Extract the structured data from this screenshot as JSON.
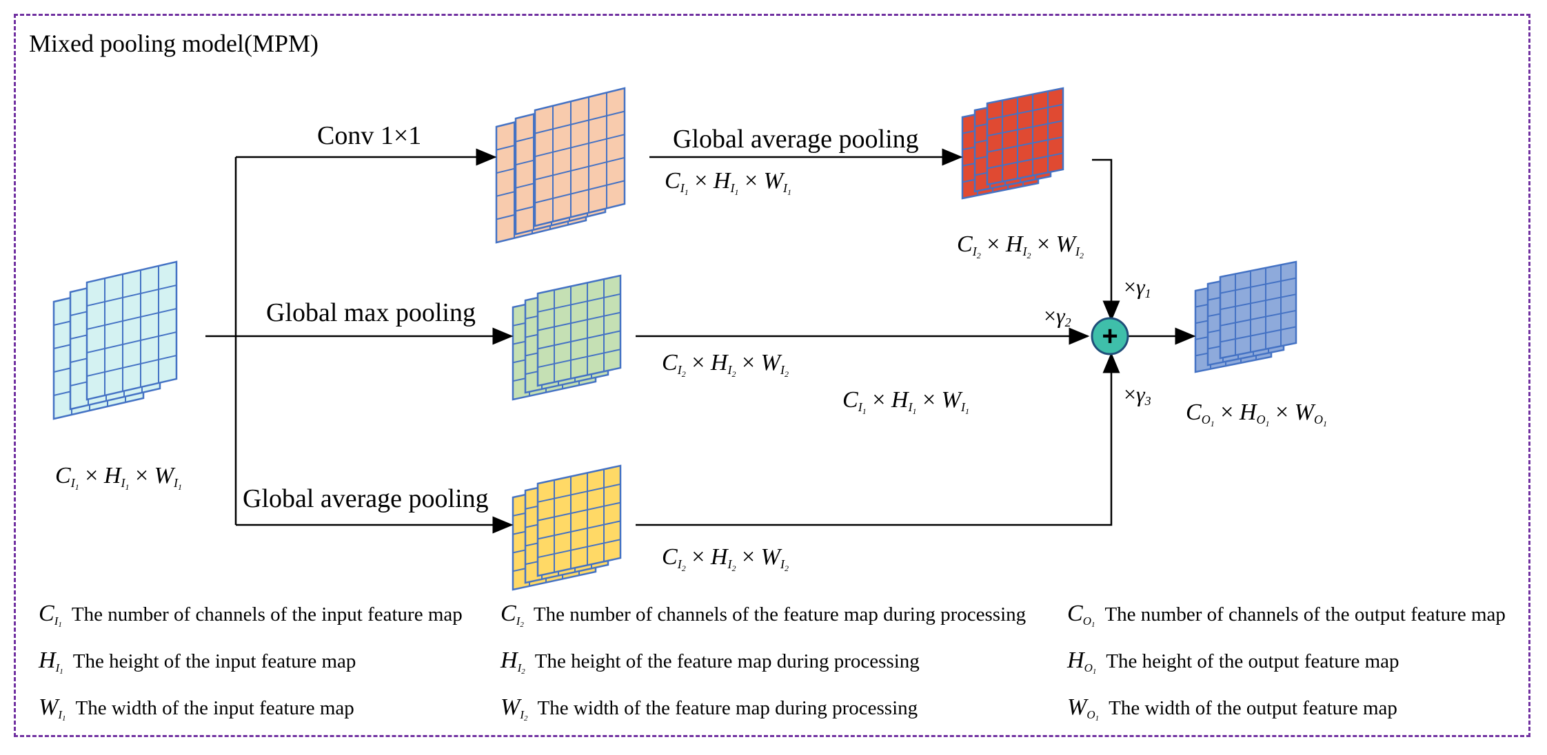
{
  "title": "Mixed pooling model(MPM)",
  "ops": {
    "conv": "Conv 1×1",
    "gap_top": "Global average pooling",
    "gmp": "Global max pooling",
    "gap_bottom": "Global average pooling"
  },
  "symbols": {
    "times": "×",
    "plus": "+",
    "C": "C",
    "H": "H",
    "W": "W",
    "I": "I",
    "O": "O",
    "one": "1",
    "two": "2",
    "gamma": "γ",
    "three": "3"
  },
  "legend": [
    {
      "sym": "C",
      "sub": "I",
      "subsub": "1",
      "text": "The number of channels of the input feature map"
    },
    {
      "sym": "H",
      "sub": "I",
      "subsub": "1",
      "text": "The height of the input feature map"
    },
    {
      "sym": "W",
      "sub": "I",
      "subsub": "1",
      "text": "The width of the input feature map"
    },
    {
      "sym": "C",
      "sub": "I",
      "subsub": "2",
      "text": "The number of channels of the feature map during processing"
    },
    {
      "sym": "H",
      "sub": "I",
      "subsub": "2",
      "text": "The height of the feature map during processing"
    },
    {
      "sym": "W",
      "sub": "I",
      "subsub": "2",
      "text": "The width of the feature map during processing"
    },
    {
      "sym": "C",
      "sub": "O",
      "subsub": "1",
      "text": "The number of channels of the output feature map"
    },
    {
      "sym": "H",
      "sub": "O",
      "subsub": "1",
      "text": "The height of the output feature map"
    },
    {
      "sym": "W",
      "sub": "O",
      "subsub": "1",
      "text": "The width of the output feature map"
    }
  ],
  "colors": {
    "frame": "#7030a0",
    "grid_line": "#4472c4",
    "input_fill": "#d4f2f2",
    "conv_fill": "#f8cbad",
    "gap_top_fill": "#e04a32",
    "gmp_fill": "#c5e0b4",
    "gap_bottom_fill": "#ffd966",
    "output_fill": "#8eaadb",
    "plus_fill": "#3fbfaa"
  }
}
